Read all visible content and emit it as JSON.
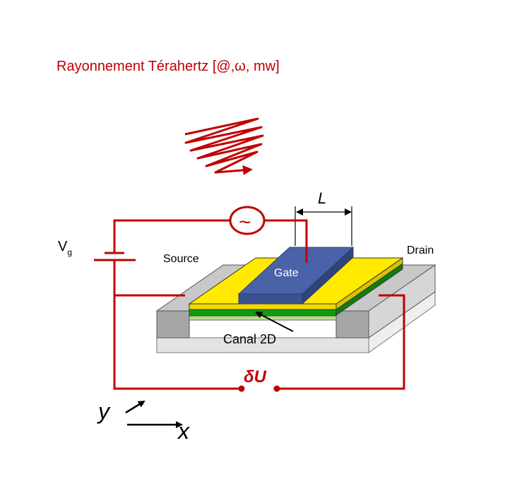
{
  "title": "Rayonnement Térahertz [@,ω, mw]",
  "labels": {
    "length": "L",
    "vg_main": "V",
    "vg_sub": "g",
    "source": "Source",
    "drain": "Drain",
    "gate": "Gate",
    "channel": "Canal 2D",
    "delta_u": "δU",
    "axis_y": "y",
    "axis_x": "x",
    "ac_source_symbol": "~"
  },
  "colors": {
    "circuit": "#c00000",
    "gate": "#4a63a8",
    "contact": "#ffea00",
    "channel": "#129a12",
    "channel_lower": "#b7dc8a",
    "substrate": "#e3e3e3",
    "contact_block": "#a6a6a6"
  },
  "icons": {
    "radiation": "thz-wave-icon",
    "ac_source": "ac-source-icon",
    "battery": "battery-icon"
  }
}
